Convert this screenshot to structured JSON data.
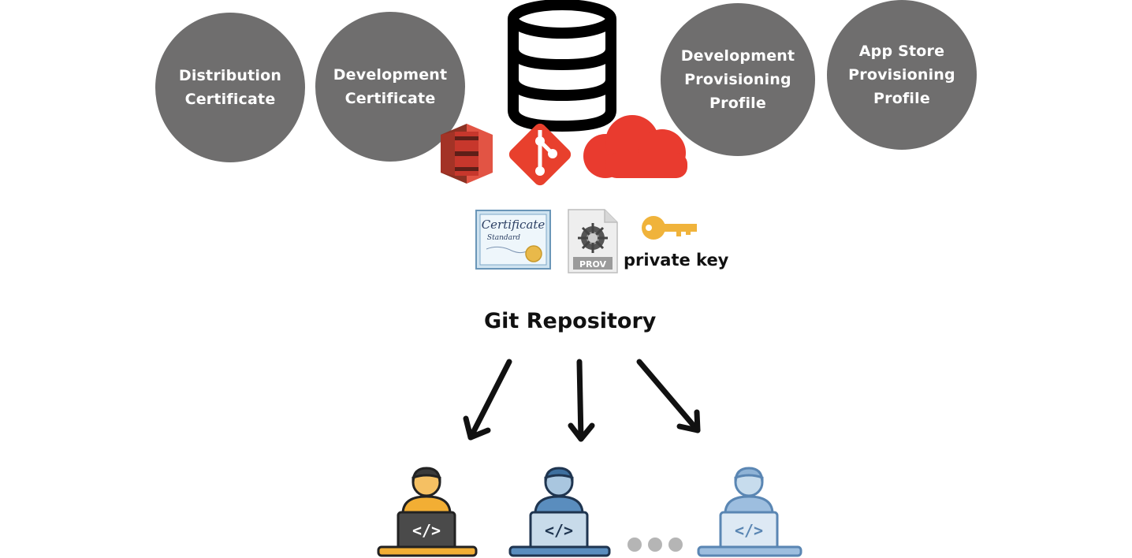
{
  "nodes": {
    "distribution_certificate": "Distribution\nCertificate",
    "development_certificate": "Development\nCertificate",
    "development_provisioning_profile": "Development\nProvisioning\nProfile",
    "app_store_provisioning_profile": "App Store\nProvisioning\nProfile"
  },
  "storage_icons": [
    "database-icon",
    "aws-s3-icon",
    "git-icon",
    "cloud-icon"
  ],
  "assets": {
    "certificate": {
      "line1": "Certificate",
      "line2": "Standard"
    },
    "provisioning_file": {
      "label": "PROV"
    },
    "private_key": {
      "label": "private key"
    }
  },
  "repository": {
    "label": "Git Repository"
  },
  "developers": [
    {
      "icon": "developer-icon",
      "theme": "dark"
    },
    {
      "icon": "developer-icon",
      "theme": "blue"
    },
    {
      "icon": "developer-icon",
      "theme": "light-blue"
    }
  ],
  "colors": {
    "bubble": "#6f6e6e",
    "s3_red": "#c7372c",
    "git_red": "#e8402d",
    "cloud_red": "#e93b2f",
    "key_gold": "#f0b33b"
  }
}
